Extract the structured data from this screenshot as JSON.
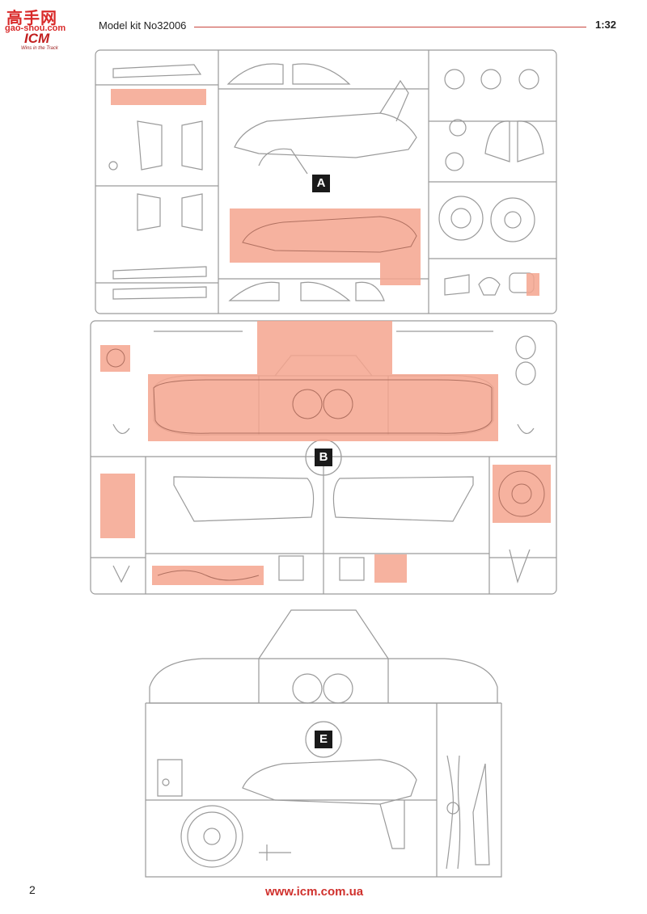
{
  "header": {
    "logo_cn": "高手网",
    "logo_site": "gao-shou.com",
    "logo_brand": "ICM",
    "logo_tagline": "Wins in the Track",
    "title": "Model kit No32006",
    "scale": "1:32"
  },
  "sprues": [
    {
      "letter": "A"
    },
    {
      "letter": "B"
    },
    {
      "letter": "E"
    }
  ],
  "colors": {
    "highlight": "#f4a48e",
    "sprue_line": "#9a9a9a",
    "accent_red": "#d0312d"
  },
  "footer": {
    "page_number": "2",
    "url": "www.icm.com.ua"
  }
}
